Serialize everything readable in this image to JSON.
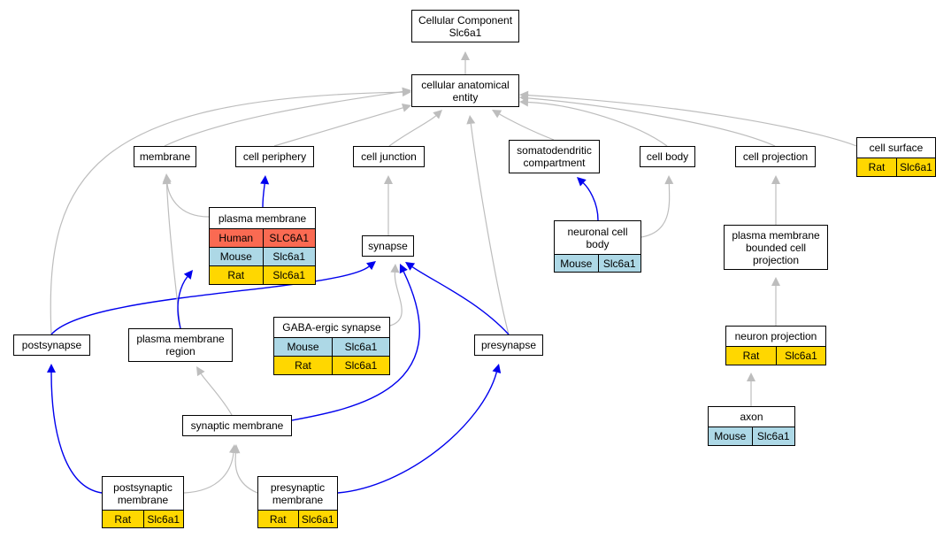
{
  "colors": {
    "Human": "#fa6a52",
    "Mouse": "#add8e6",
    "Rat": "#ffd700",
    "edge_is_a": "#bdbdbd",
    "edge_part_of": "#0000ee"
  },
  "nodes": [
    {
      "id": "root",
      "label": "Cellular Component\nSlc6a1",
      "rows": []
    },
    {
      "id": "cae",
      "label": "cellular anatomical\nentity",
      "rows": []
    },
    {
      "id": "membrane",
      "label": "membrane",
      "rows": []
    },
    {
      "id": "cell_periphery",
      "label": "cell periphery",
      "rows": []
    },
    {
      "id": "cell_junction",
      "label": "cell junction",
      "rows": []
    },
    {
      "id": "somatodendritic",
      "label": "somatodendritic\ncompartment",
      "rows": []
    },
    {
      "id": "cell_body",
      "label": "cell body",
      "rows": []
    },
    {
      "id": "cell_projection",
      "label": "cell projection",
      "rows": []
    },
    {
      "id": "cell_surface",
      "label": "cell surface",
      "rows": [
        {
          "species": "Rat",
          "gene": "Slc6a1"
        }
      ]
    },
    {
      "id": "plasma_membrane",
      "label": "plasma membrane",
      "rows": [
        {
          "species": "Human",
          "gene": "SLC6A1"
        },
        {
          "species": "Mouse",
          "gene": "Slc6a1"
        },
        {
          "species": "Rat",
          "gene": "Slc6a1"
        }
      ]
    },
    {
      "id": "synapse",
      "label": "synapse",
      "rows": []
    },
    {
      "id": "neuronal_cell_body",
      "label": "neuronal cell\nbody",
      "rows": [
        {
          "species": "Mouse",
          "gene": "Slc6a1"
        }
      ]
    },
    {
      "id": "pmbcp",
      "label": "plasma membrane\nbounded cell\nprojection",
      "rows": []
    },
    {
      "id": "postsynapse",
      "label": "postsynapse",
      "rows": []
    },
    {
      "id": "pm_region",
      "label": "plasma membrane\nregion",
      "rows": []
    },
    {
      "id": "gaba_synapse",
      "label": "GABA-ergic synapse",
      "rows": [
        {
          "species": "Mouse",
          "gene": "Slc6a1"
        },
        {
          "species": "Rat",
          "gene": "Slc6a1"
        }
      ]
    },
    {
      "id": "presynapse",
      "label": "presynapse",
      "rows": []
    },
    {
      "id": "neuron_projection",
      "label": "neuron projection",
      "rows": [
        {
          "species": "Rat",
          "gene": "Slc6a1"
        }
      ]
    },
    {
      "id": "synaptic_membrane",
      "label": "synaptic membrane",
      "rows": []
    },
    {
      "id": "axon",
      "label": "axon",
      "rows": [
        {
          "species": "Mouse",
          "gene": "Slc6a1"
        }
      ]
    },
    {
      "id": "postsynaptic_membrane",
      "label": "postsynaptic\nmembrane",
      "rows": [
        {
          "species": "Rat",
          "gene": "Slc6a1"
        }
      ]
    },
    {
      "id": "presynaptic_membrane",
      "label": "presynaptic\nmembrane",
      "rows": [
        {
          "species": "Rat",
          "gene": "Slc6a1"
        }
      ]
    }
  ],
  "edges": [
    {
      "from": "cae",
      "to": "root",
      "type": "is_a"
    },
    {
      "from": "membrane",
      "to": "cae",
      "type": "is_a"
    },
    {
      "from": "cell_periphery",
      "to": "cae",
      "type": "is_a"
    },
    {
      "from": "cell_junction",
      "to": "cae",
      "type": "is_a"
    },
    {
      "from": "somatodendritic",
      "to": "cae",
      "type": "is_a"
    },
    {
      "from": "cell_body",
      "to": "cae",
      "type": "is_a"
    },
    {
      "from": "cell_projection",
      "to": "cae",
      "type": "is_a"
    },
    {
      "from": "cell_surface",
      "to": "cae",
      "type": "is_a"
    },
    {
      "from": "postsynapse",
      "to": "cae",
      "type": "is_a"
    },
    {
      "from": "presynapse",
      "to": "cae",
      "type": "is_a"
    },
    {
      "from": "plasma_membrane",
      "to": "membrane",
      "type": "is_a"
    },
    {
      "from": "plasma_membrane",
      "to": "cell_periphery",
      "type": "part_of"
    },
    {
      "from": "synapse",
      "to": "cell_junction",
      "type": "is_a"
    },
    {
      "from": "neuronal_cell_body",
      "to": "somatodendritic",
      "type": "part_of"
    },
    {
      "from": "neuronal_cell_body",
      "to": "cell_body",
      "type": "is_a"
    },
    {
      "from": "pmbcp",
      "to": "cell_projection",
      "type": "is_a"
    },
    {
      "from": "postsynapse",
      "to": "synapse",
      "type": "part_of"
    },
    {
      "from": "pm_region",
      "to": "membrane",
      "type": "is_a"
    },
    {
      "from": "pm_region",
      "to": "plasma_membrane",
      "type": "part_of"
    },
    {
      "from": "gaba_synapse",
      "to": "synapse",
      "type": "is_a"
    },
    {
      "from": "presynapse",
      "to": "synapse",
      "type": "part_of"
    },
    {
      "from": "neuron_projection",
      "to": "pmbcp",
      "type": "is_a"
    },
    {
      "from": "synaptic_membrane",
      "to": "pm_region",
      "type": "is_a"
    },
    {
      "from": "synaptic_membrane",
      "to": "synapse",
      "type": "part_of"
    },
    {
      "from": "axon",
      "to": "neuron_projection",
      "type": "is_a"
    },
    {
      "from": "postsynaptic_membrane",
      "to": "postsynapse",
      "type": "part_of"
    },
    {
      "from": "postsynaptic_membrane",
      "to": "synaptic_membrane",
      "type": "is_a"
    },
    {
      "from": "presynaptic_membrane",
      "to": "presynapse",
      "type": "part_of"
    },
    {
      "from": "presynaptic_membrane",
      "to": "synaptic_membrane",
      "type": "is_a"
    }
  ]
}
